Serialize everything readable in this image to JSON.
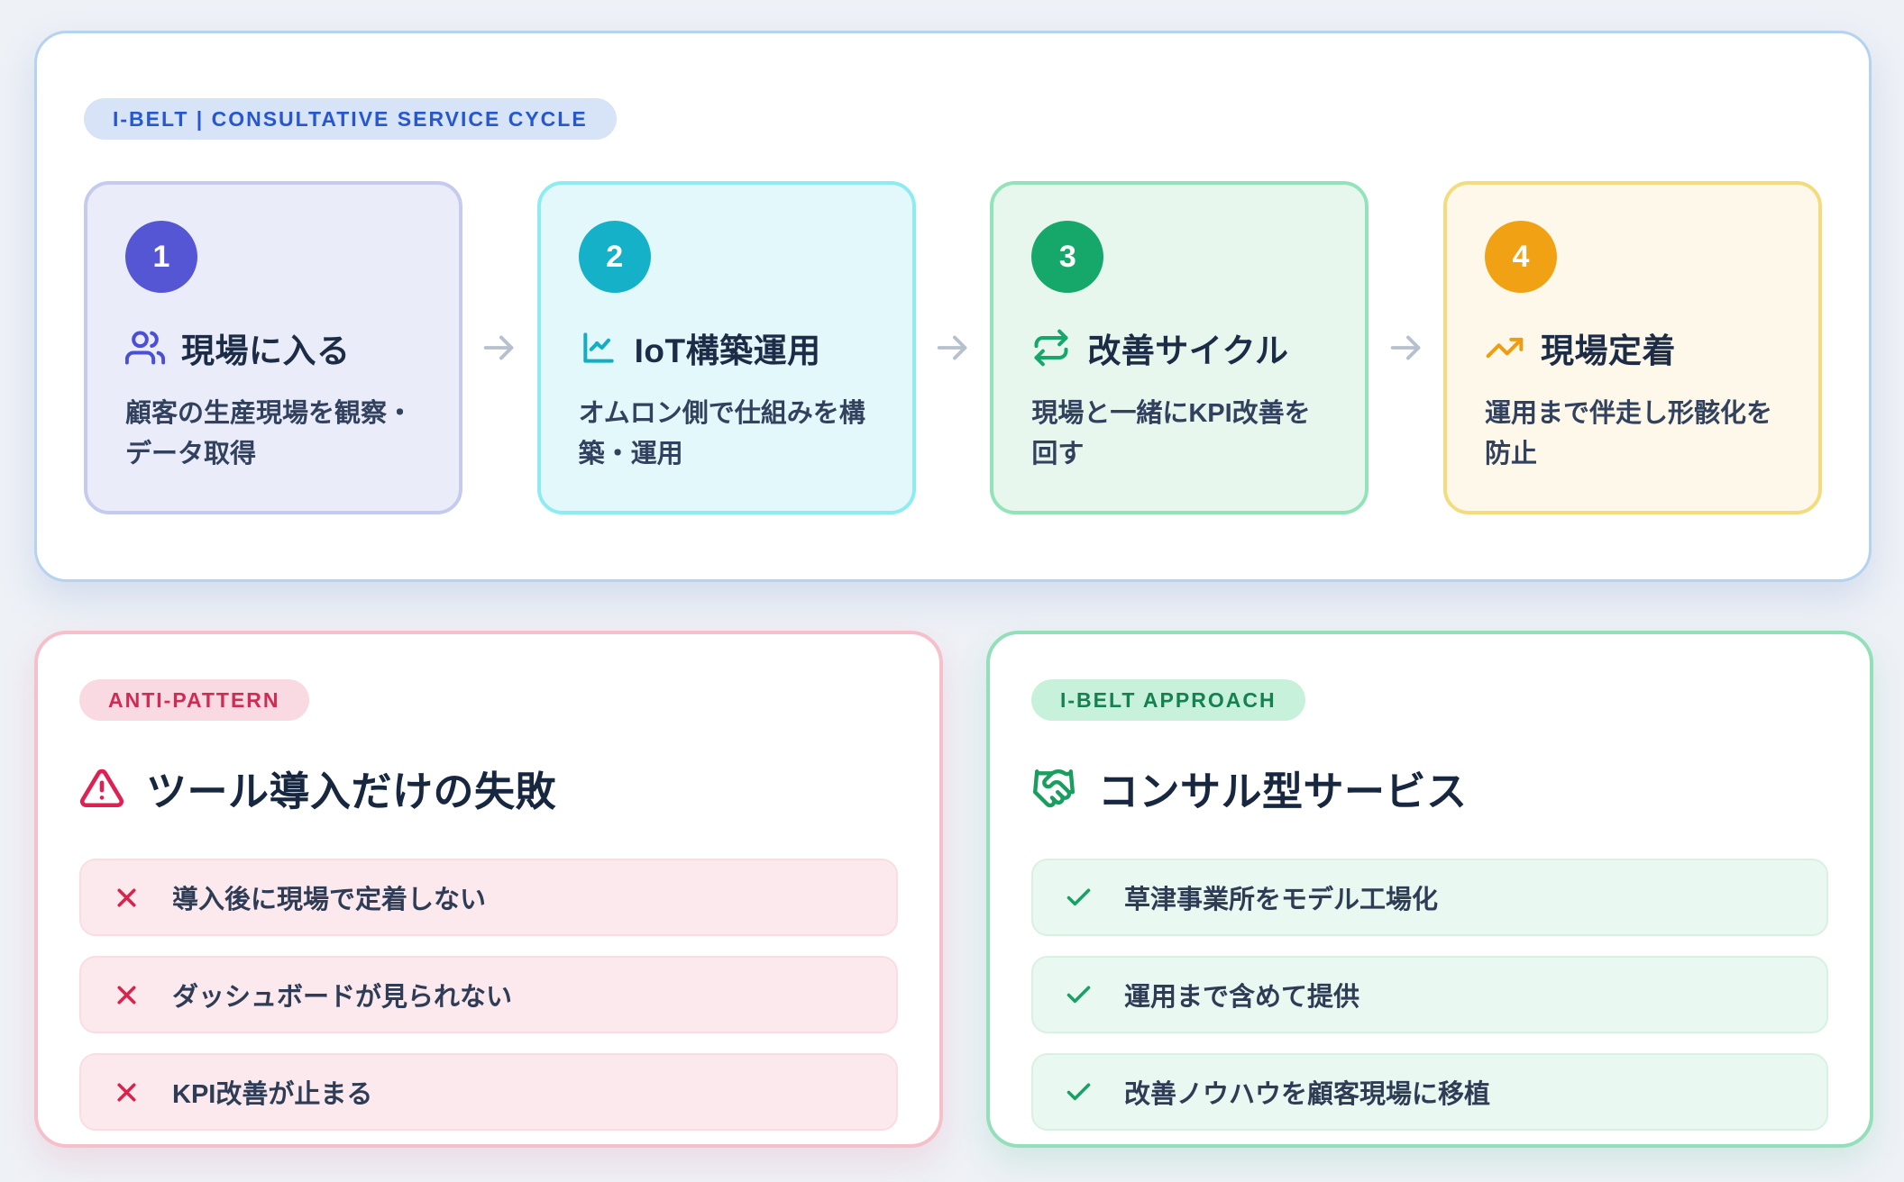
{
  "flow": {
    "badge": "I-BELT | CONSULTATIVE SERVICE CYCLE",
    "steps": [
      {
        "number": "1",
        "title": "現場に入る",
        "desc": "顧客の生産現場を観察・データ取得",
        "icon": "users-icon",
        "accent": "#5456d4",
        "bg": "#eaedf9",
        "border": "#c5cbef"
      },
      {
        "number": "2",
        "title": "IoT構築運用",
        "desc": "オムロン側で仕組みを構築・運用",
        "icon": "line-chart-icon",
        "accent": "#14b1c8",
        "bg": "#e3f8fb",
        "border": "#8debf2"
      },
      {
        "number": "3",
        "title": "改善サイクル",
        "desc": "現場と一緒にKPI改善を回す",
        "icon": "repeat-icon",
        "accent": "#16a76a",
        "bg": "#e7f7ee",
        "border": "#92e4b8"
      },
      {
        "number": "4",
        "title": "現場定着",
        "desc": "運用まで伴走し形骸化を防止",
        "icon": "trending-up-icon",
        "accent": "#f0a214",
        "bg": "#fdf8e9",
        "border": "#f4dc7c"
      }
    ],
    "connector_icon": "arrow-right-icon"
  },
  "anti_pattern": {
    "badge": "ANTI-PATTERN",
    "title": "ツール導入だけの失敗",
    "title_icon": "warning-icon",
    "item_icon": "x-icon",
    "items": [
      "導入後に現場で定着しない",
      "ダッシュボードが見られない",
      "KPI改善が止まる"
    ]
  },
  "approach": {
    "badge": "I-BELT APPROACH",
    "title": "コンサル型サービス",
    "title_icon": "handshake-icon",
    "item_icon": "check-icon",
    "items": [
      "草津事業所をモデル工場化",
      "運用まで含めて提供",
      "改善ノウハウを顧客現場に移植"
    ]
  },
  "colors": {
    "page_bg": "#eef1f6",
    "flow_panel_border": "#b5d2f0",
    "badge_blue_bg": "#d7e4f8",
    "badge_blue_text": "#2757cf",
    "badge_pink_bg": "#fadae2",
    "badge_pink_text": "#d02b52",
    "badge_green_bg": "#c7f1da",
    "badge_green_text": "#15814f",
    "anti_panel_border": "#f6c0cb",
    "approach_panel_border": "#93dfba",
    "x_mark": "#d6244c",
    "check_mark": "#18a164",
    "arrow": "#b7c0cf",
    "title_text": "#16273f",
    "body_text": "#31415e"
  }
}
